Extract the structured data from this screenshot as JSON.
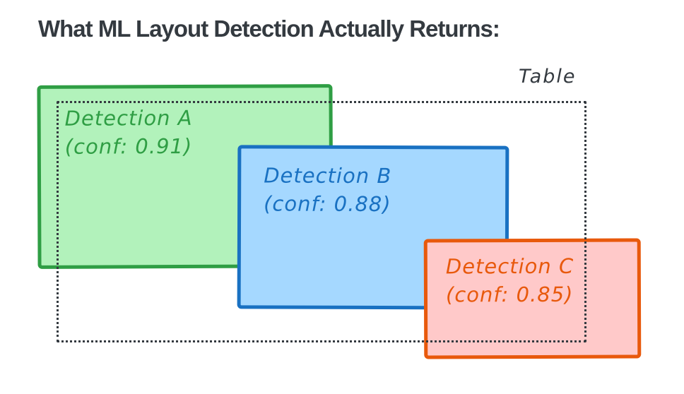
{
  "title": "What ML Layout Detection Actually Returns:",
  "ground_truth": {
    "label": "Table",
    "border_color": "#343a40",
    "border_style": "dotted"
  },
  "detections": [
    {
      "id": "A",
      "label": "Detection A",
      "confidence": "(conf: 0.91)",
      "fill": "#b2f2bb",
      "stroke": "#2f9e44"
    },
    {
      "id": "B",
      "label": "Detection B",
      "confidence": "(conf: 0.88)",
      "fill": "#a5d8ff",
      "stroke": "#1971c2"
    },
    {
      "id": "C",
      "label": "Detection C",
      "confidence": "(conf: 0.85)",
      "fill": "#ffc9c9",
      "stroke": "#e8590c"
    }
  ],
  "colors": {
    "title": "#343a40",
    "background": "#ffffff"
  }
}
